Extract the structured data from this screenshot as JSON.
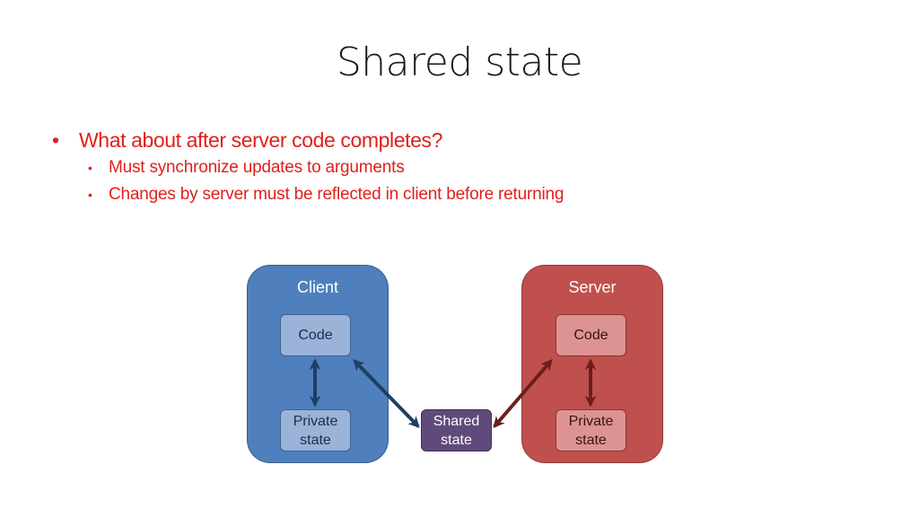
{
  "slide": {
    "title": "Shared state",
    "bullet_main": "What about after server code completes?",
    "bullet_sub": [
      "Must synchronize updates to arguments",
      "Changes by server must be reflected in client before returning"
    ]
  },
  "diagram": {
    "client": {
      "label": "Client",
      "code": "Code",
      "private_line1": "Private",
      "private_line2": "state"
    },
    "server": {
      "label": "Server",
      "code": "Code",
      "private_line1": "Private",
      "private_line2": "state"
    },
    "shared": {
      "line1": "Shared",
      "line2": "state"
    },
    "colors": {
      "client": "#4f7fbd",
      "server": "#c0504d",
      "shared": "#604a7b",
      "client_arrow": "#1f3f63",
      "server_arrow": "#6b1f1e",
      "bullet_text": "#e0201b"
    }
  }
}
